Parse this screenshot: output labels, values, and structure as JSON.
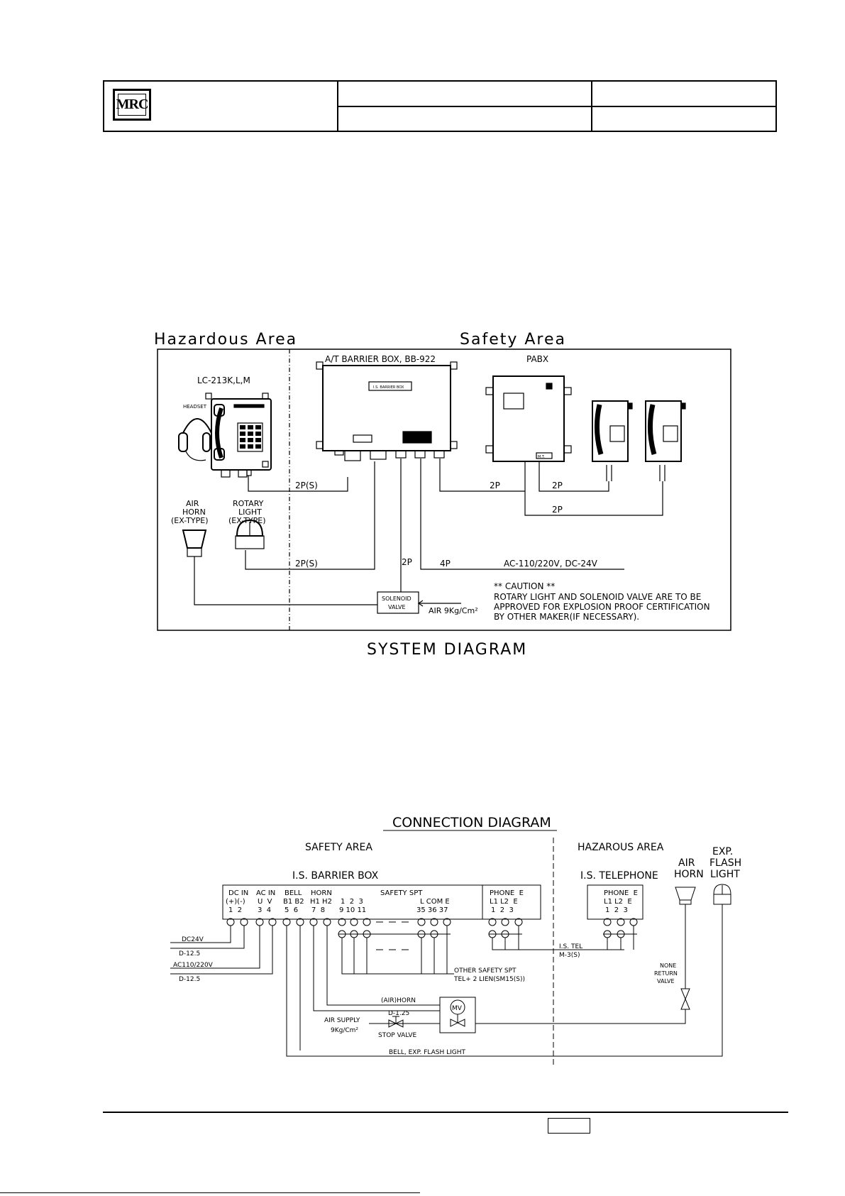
{
  "header": {
    "logo_text": "MRC"
  },
  "system": {
    "area_left": "Hazardous Area",
    "area_right": "Safety Area",
    "title": "SYSTEM DIAGRAM",
    "phone_model": "LC-213K,L,M",
    "headset": "HEADSET",
    "barrier_box": "A/T BARRIER BOX, BB-922",
    "barrier_plate": "I.S. BARRIER BOX",
    "pabx": "PABX",
    "pabx_tag": "M.T.",
    "air_horn": [
      "AIR",
      "HORN",
      "(EX-TYPE)"
    ],
    "rotary_light": [
      "ROTARY",
      "LIGHT",
      "(EX-TYPE)"
    ],
    "cable_2ps_a": "2P(S)",
    "cable_2ps_b": "2P(S)",
    "cable_2p_pabx": "2P",
    "cable_2p_phone": "2P",
    "cable_2p_phone2": "2P",
    "cable_2p_valve": "2P",
    "cable_4p": "4P",
    "power": "AC-110/220V, DC-24V",
    "solenoid": [
      "SOLENOID",
      "VALVE"
    ],
    "air": "AIR 9Kg/Cm²",
    "caution": [
      "** CAUTION **",
      "ROTARY LIGHT AND SOLENOID VALVE ARE TO BE",
      "APPROVED FOR EXPLOSION PROOF CERTIFICATION",
      "BY OTHER MAKER(IF NECESSARY)."
    ]
  },
  "connection": {
    "title": "CONNECTION DIAGRAM",
    "safety_area": "SAFETY AREA",
    "hazardous_area": "HAZAROUS AREA",
    "barrier_box": "I.S. BARRIER BOX",
    "telephone": "I.S. TELEPHONE",
    "air_horn": [
      "AIR",
      "HORN"
    ],
    "flash_light": [
      "EXP.",
      "FLASH",
      "LIGHT"
    ],
    "groups": [
      {
        "name": "DC IN",
        "sub": "(+)(-)",
        "nums": "1  2"
      },
      {
        "name": "AC IN",
        "sub": "U  V",
        "nums": "3  4"
      },
      {
        "name": "BELL",
        "sub": "B1 B2",
        "nums": "5  6"
      },
      {
        "name": "HORN",
        "sub": "H1 H2",
        "nums": "7  8"
      },
      {
        "name": "SAFETY SPT",
        "sub": "1  2  3",
        "nums": "9 10 11"
      },
      {
        "name": "",
        "sub": "L COM E",
        "nums": "35 36 37"
      },
      {
        "name": "PHONE  E",
        "sub": "L1 L2  E",
        "nums": "1  2  3"
      }
    ],
    "tel_terminals": {
      "name": "PHONE  E",
      "sub": "L1 L2  E",
      "nums": "1  2  3"
    },
    "dc24v": "DC24V",
    "dc_cable": "D-12.5",
    "ac": "AC110/220V",
    "ac_cable": "D-12.5",
    "is_tel": "I.S. TEL",
    "is_tel_cable": "M-3(S)",
    "other_spt": "OTHER SAFETY SPT",
    "tel_cable": "TEL+ 2 LIEN(SM15(S))",
    "air_horn_line": "(AIR)HORN",
    "air_horn_cable": "D-1.25",
    "air_supply": "AIR SUPPLY",
    "air_pressure": "9Kg/Cm²",
    "stop_valve": "STOP VALVE",
    "mv": "MV",
    "return_valve": [
      "NONE",
      "RETURN",
      "VALVE"
    ],
    "bell_line": "BELL, EXP. FLASH LIGHT"
  }
}
